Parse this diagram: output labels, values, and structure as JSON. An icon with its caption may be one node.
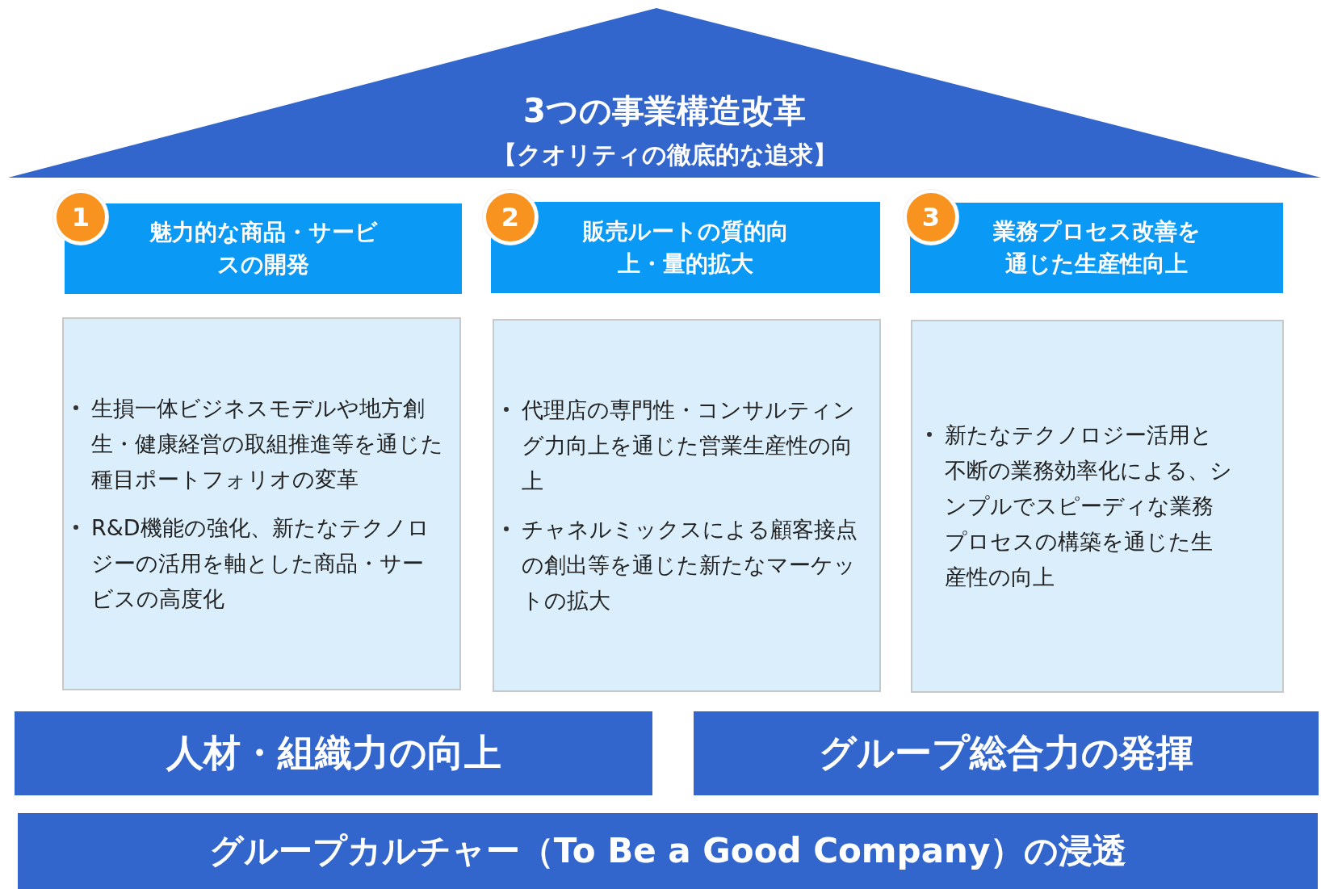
{
  "diagram": {
    "nodes": [
      {
        "text": [
          "3つの事業構造改革",
          "【クオリティの徹底的な追求】"
        ]
      },
      {
        "text": [
          "1"
        ]
      },
      {
        "text": [
          "魅力的な商品・サービスの開発"
        ]
      },
      {
        "text": [
          "生損一体ビジネスモデルや地方創生・健康経営の取組推進等を通じた種目ポートフォリオの変革",
          "R&D機能の強化、新たなテクノロジーの活用を軸とした商品・サービスの高度化"
        ]
      },
      {
        "text": [
          "2"
        ]
      },
      {
        "text": [
          "販売ルートの質的向上・量的拡大"
        ]
      },
      {
        "text": [
          "代理店の専門性・コンサルティング力向上を通じた営業生産性の向上",
          "チャネルミックスによる顧客接点の創出等を通じた新たなマーケットの拡大"
        ]
      },
      {
        "text": [
          "3"
        ]
      },
      {
        "text": [
          "業務プロセス改善を通じた生産性向上"
        ]
      },
      {
        "text": [
          "新たなテクノロジー活用と不断の業務効率化による、シンプルでスピーディな業務プロセスの構築を通じた生産性の向上"
        ]
      },
      {
        "text": [
          "人材・組織力の向上"
        ]
      },
      {
        "text": [
          "グループ総合力の発揮"
        ]
      },
      {
        "text": [
          "グループカルチャー（To Be a Good Company）の浸透"
        ]
      }
    ]
  }
}
